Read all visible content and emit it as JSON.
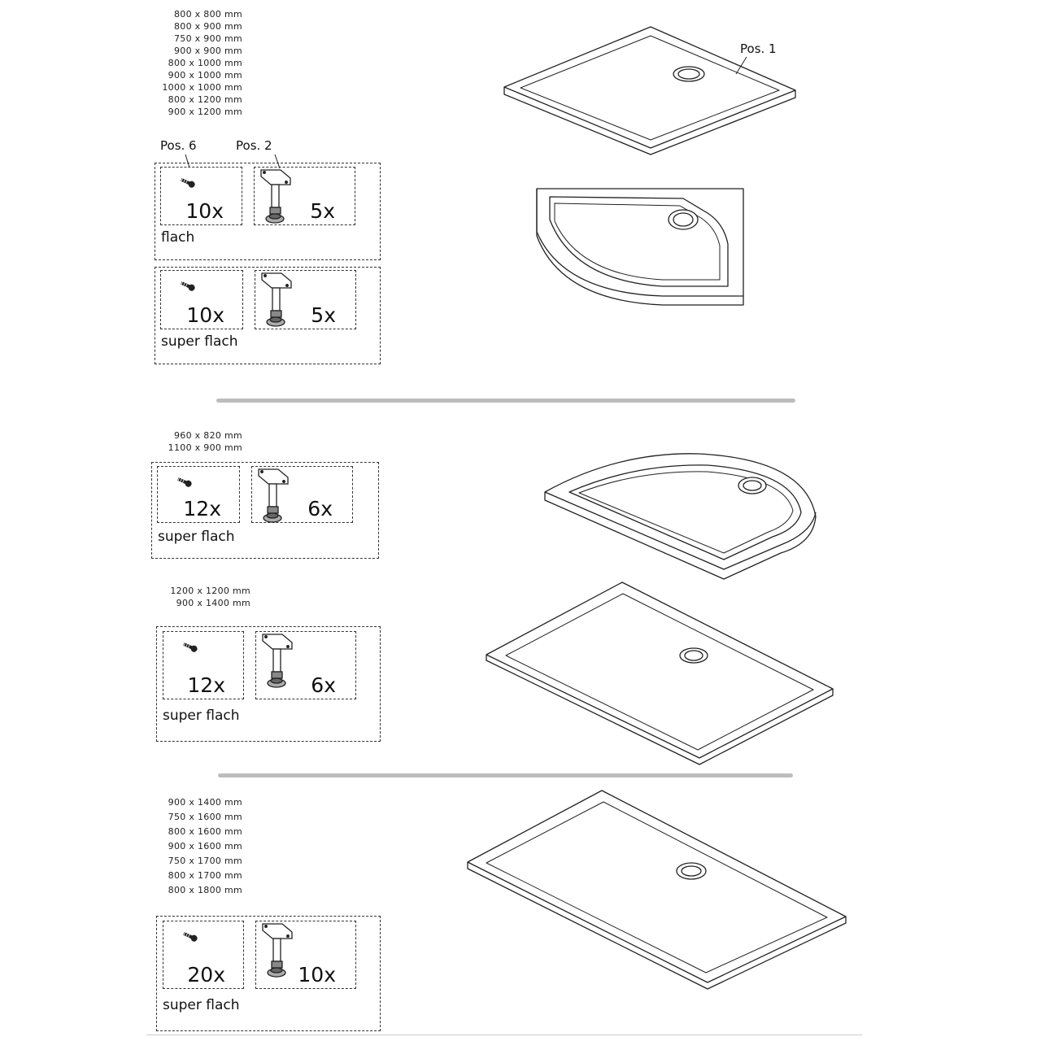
{
  "groups": [
    {
      "sizes": [
        "800 x 800 mm",
        "800 x 900 mm",
        "750 x 900 mm",
        "900 x 900 mm",
        "800 x 1000 mm",
        "900 x 1000 mm",
        "1000 x 1000 mm",
        "800 x 1200 mm",
        "900 x 1200 mm"
      ],
      "pos_labels": {
        "screw": "Pos. 6",
        "leg": "Pos. 2"
      },
      "kits": [
        {
          "screws": "10x",
          "legs": "5x",
          "label": "flach"
        },
        {
          "screws": "10x",
          "legs": "5x",
          "label": "super flach"
        }
      ],
      "tray_label": "Pos. 1"
    },
    {
      "sizes": [
        "960 x 820 mm",
        "1100 x 900 mm"
      ],
      "kits": [
        {
          "screws": "12x",
          "legs": "6x",
          "label": "super flach"
        }
      ]
    },
    {
      "sizes": [
        "1200 x 1200 mm",
        "900 x 1400 mm"
      ],
      "kits": [
        {
          "screws": "12x",
          "legs": "6x",
          "label": "super flach"
        }
      ]
    },
    {
      "sizes": [
        "900 x 1400 mm",
        "750 x 1600 mm",
        "800 x 1600 mm",
        "900 x 1600 mm",
        "750 x 1700 mm",
        "800 x 1700 mm",
        "800 x 1800 mm"
      ],
      "kits": [
        {
          "screws": "20x",
          "legs": "10x",
          "label": "super flach"
        }
      ]
    }
  ],
  "colors": {
    "line": "#222222",
    "divider": "#bdbdbd",
    "tray_fill": "#ffffff"
  }
}
